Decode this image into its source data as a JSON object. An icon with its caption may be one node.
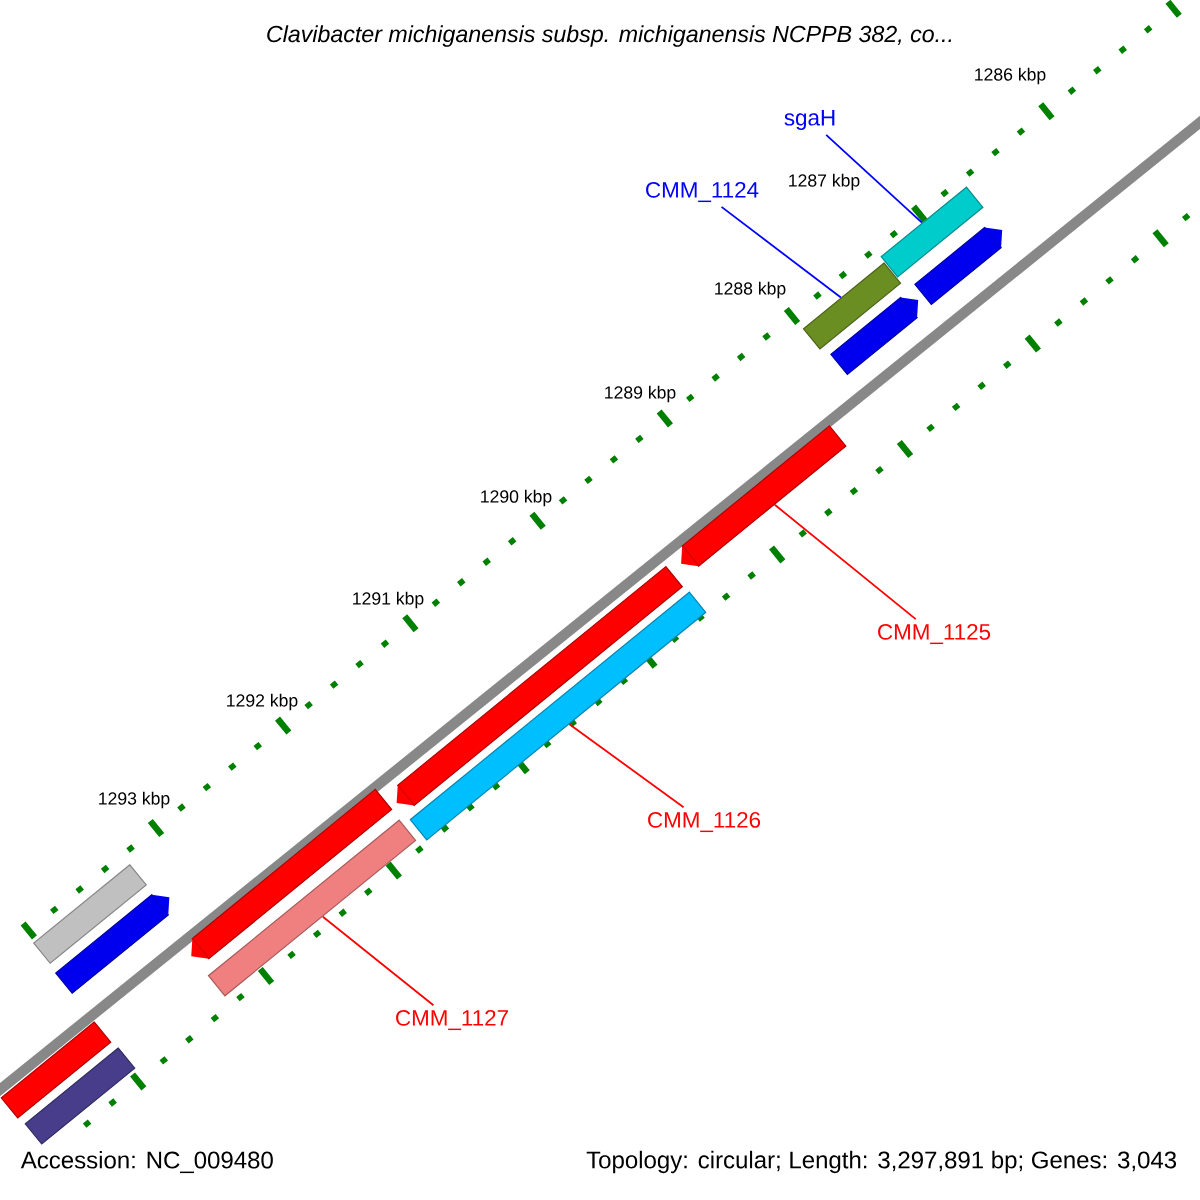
{
  "diagram": {
    "title": "Clavibacter michiganensis subsp. michiganensis NCPPB 382, co...",
    "nodes": [
      {
        "text": [
          "sgaH"
        ]
      },
      {
        "text": [
          "CMM_1124"
        ]
      },
      {
        "text": [],
        "shape": "bar"
      },
      {
        "text": [],
        "shape": "bar"
      },
      {
        "text": [],
        "shape": "bar"
      },
      {
        "text": [],
        "shape": "bar"
      },
      {
        "text": [],
        "shape": "bar"
      },
      {
        "text": [
          "CMM_1125"
        ]
      },
      {
        "text": [],
        "shape": "bar"
      },
      {
        "text": [],
        "shape": "bar"
      },
      {
        "text": [
          "CMM_1126"
        ]
      },
      {
        "text": [],
        "shape": "bar"
      },
      {
        "text": [],
        "shape": "bar"
      },
      {
        "text": [],
        "shape": "bar"
      },
      {
        "text": [],
        "shape": "bar"
      },
      {
        "text": [
          "CMM_1127"
        ]
      },
      {
        "text": [],
        "shape": "bar"
      },
      {
        "text": [],
        "shape": "bar"
      }
    ],
    "edges": [
      {
        "from": 0,
        "to": 2,
        "arrow": "none",
        "color": "#0000ff"
      },
      {
        "from": 1,
        "to": 4,
        "arrow": "none",
        "color": "#0000ff"
      },
      {
        "from": 7,
        "to": 6,
        "arrow": "none"
      },
      {
        "from": 10,
        "to": 9,
        "arrow": "none"
      },
      {
        "from": 15,
        "to": 14,
        "arrow": "none"
      }
    ],
    "labels": [
      "1286 kbp",
      "1287 kbp",
      "1288 kbp",
      "1289 kbp",
      "1290 kbp",
      "1291 kbp",
      "1292 kbp",
      "1293 kbp",
      "Accession: NC_009480",
      "Topology: circular; Length: 3,297,891 bp; Genes: 3,043"
    ]
  }
}
